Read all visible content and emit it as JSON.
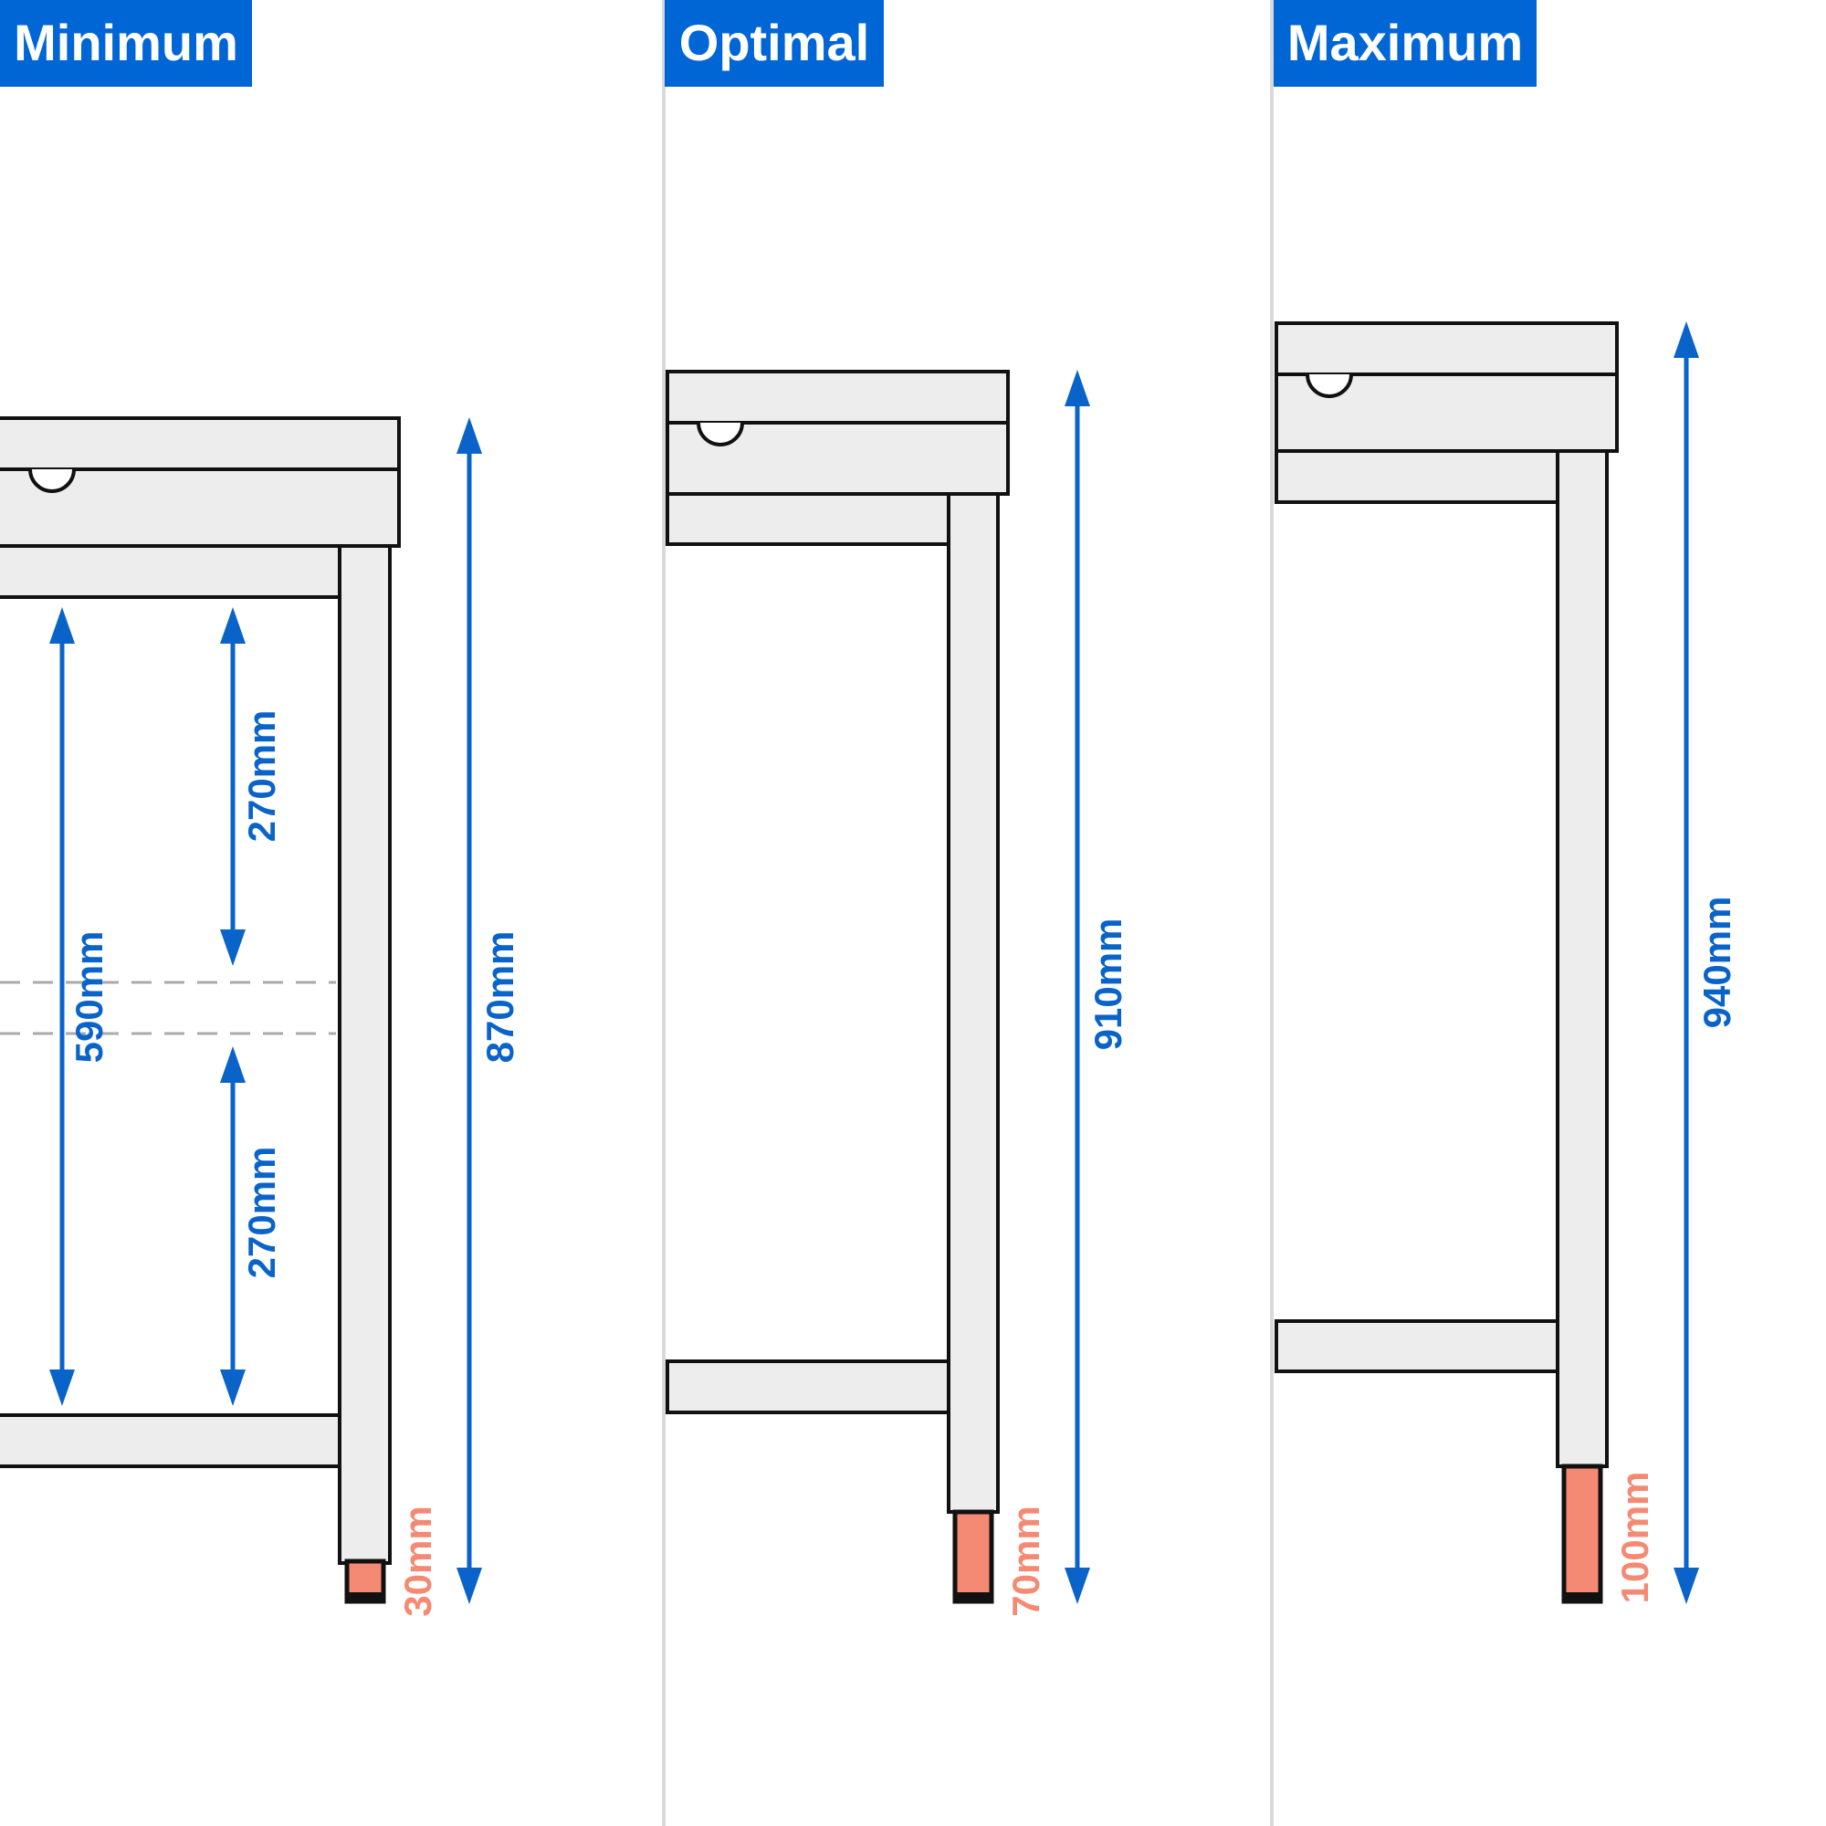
{
  "colors": {
    "header": "#0066d6",
    "dimension": "#0a63c9",
    "foot": "#f48a73",
    "steel_fill": "#ededed",
    "outline": "#111111",
    "divider": "#d9d9d9",
    "guide": "#aaaaaa"
  },
  "panels": [
    {
      "heading": "Minimum",
      "total_height": "870mm",
      "foot_height": "30mm",
      "shelf_clearance": "590mm",
      "upper_gap": "270mm",
      "lower_gap": "270mm"
    },
    {
      "heading": "Optimal",
      "total_height": "910mm",
      "foot_height": "70mm"
    },
    {
      "heading": "Maximum",
      "total_height": "940mm",
      "foot_height": "100mm"
    }
  ]
}
